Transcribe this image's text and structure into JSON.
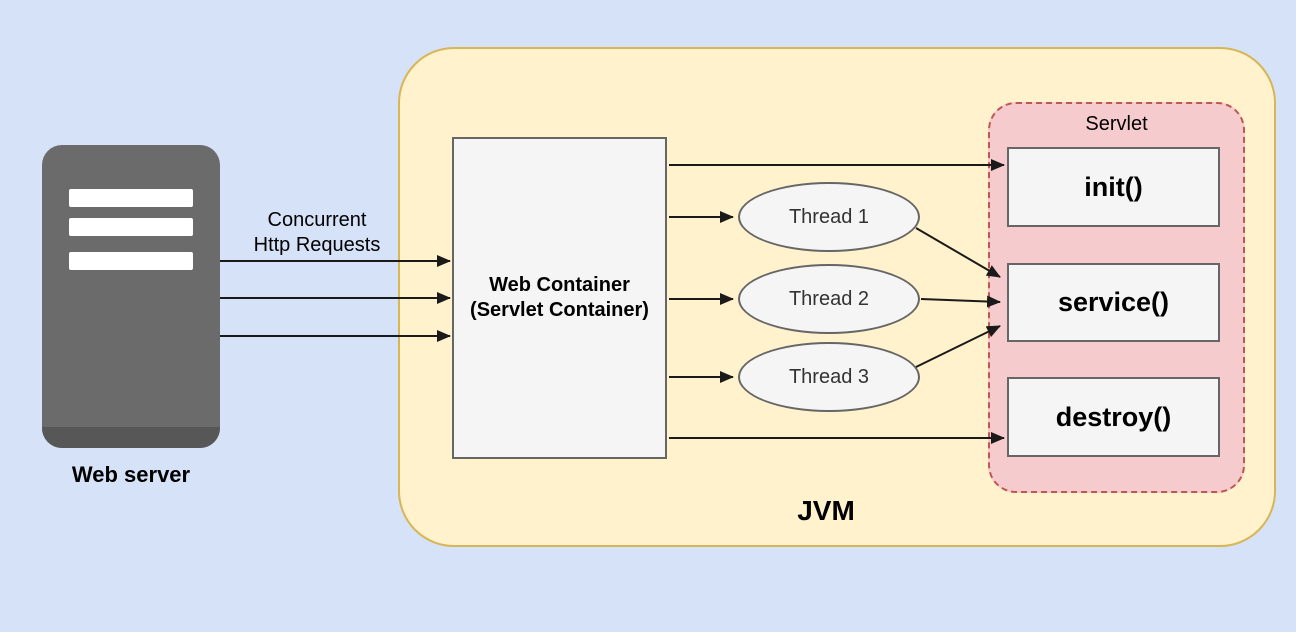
{
  "colors": {
    "bg": "#d6e2f7",
    "jvm-fill": "#fff2cc",
    "jvm-stroke": "#d6b656",
    "servlet-fill": "#f5cbcd",
    "servlet-stroke": "#bd5753",
    "node-fill": "#f5f5f5",
    "node-stroke": "#666666",
    "server-body": "#6b6b6b",
    "server-base": "#575757",
    "arrow": "#1a1a1a"
  },
  "web_server": {
    "label": "Web server"
  },
  "request_label": {
    "line1": "Concurrent",
    "line2": "Http Requests"
  },
  "jvm": {
    "label": "JVM"
  },
  "web_container": {
    "line1": "Web Container",
    "line2": "(Servlet Container)"
  },
  "threads": [
    {
      "label": "Thread 1"
    },
    {
      "label": "Thread 2"
    },
    {
      "label": "Thread 3"
    }
  ],
  "servlet": {
    "label": "Servlet",
    "methods": [
      {
        "label": "init()"
      },
      {
        "label": "service()"
      },
      {
        "label": "destroy()"
      }
    ]
  }
}
